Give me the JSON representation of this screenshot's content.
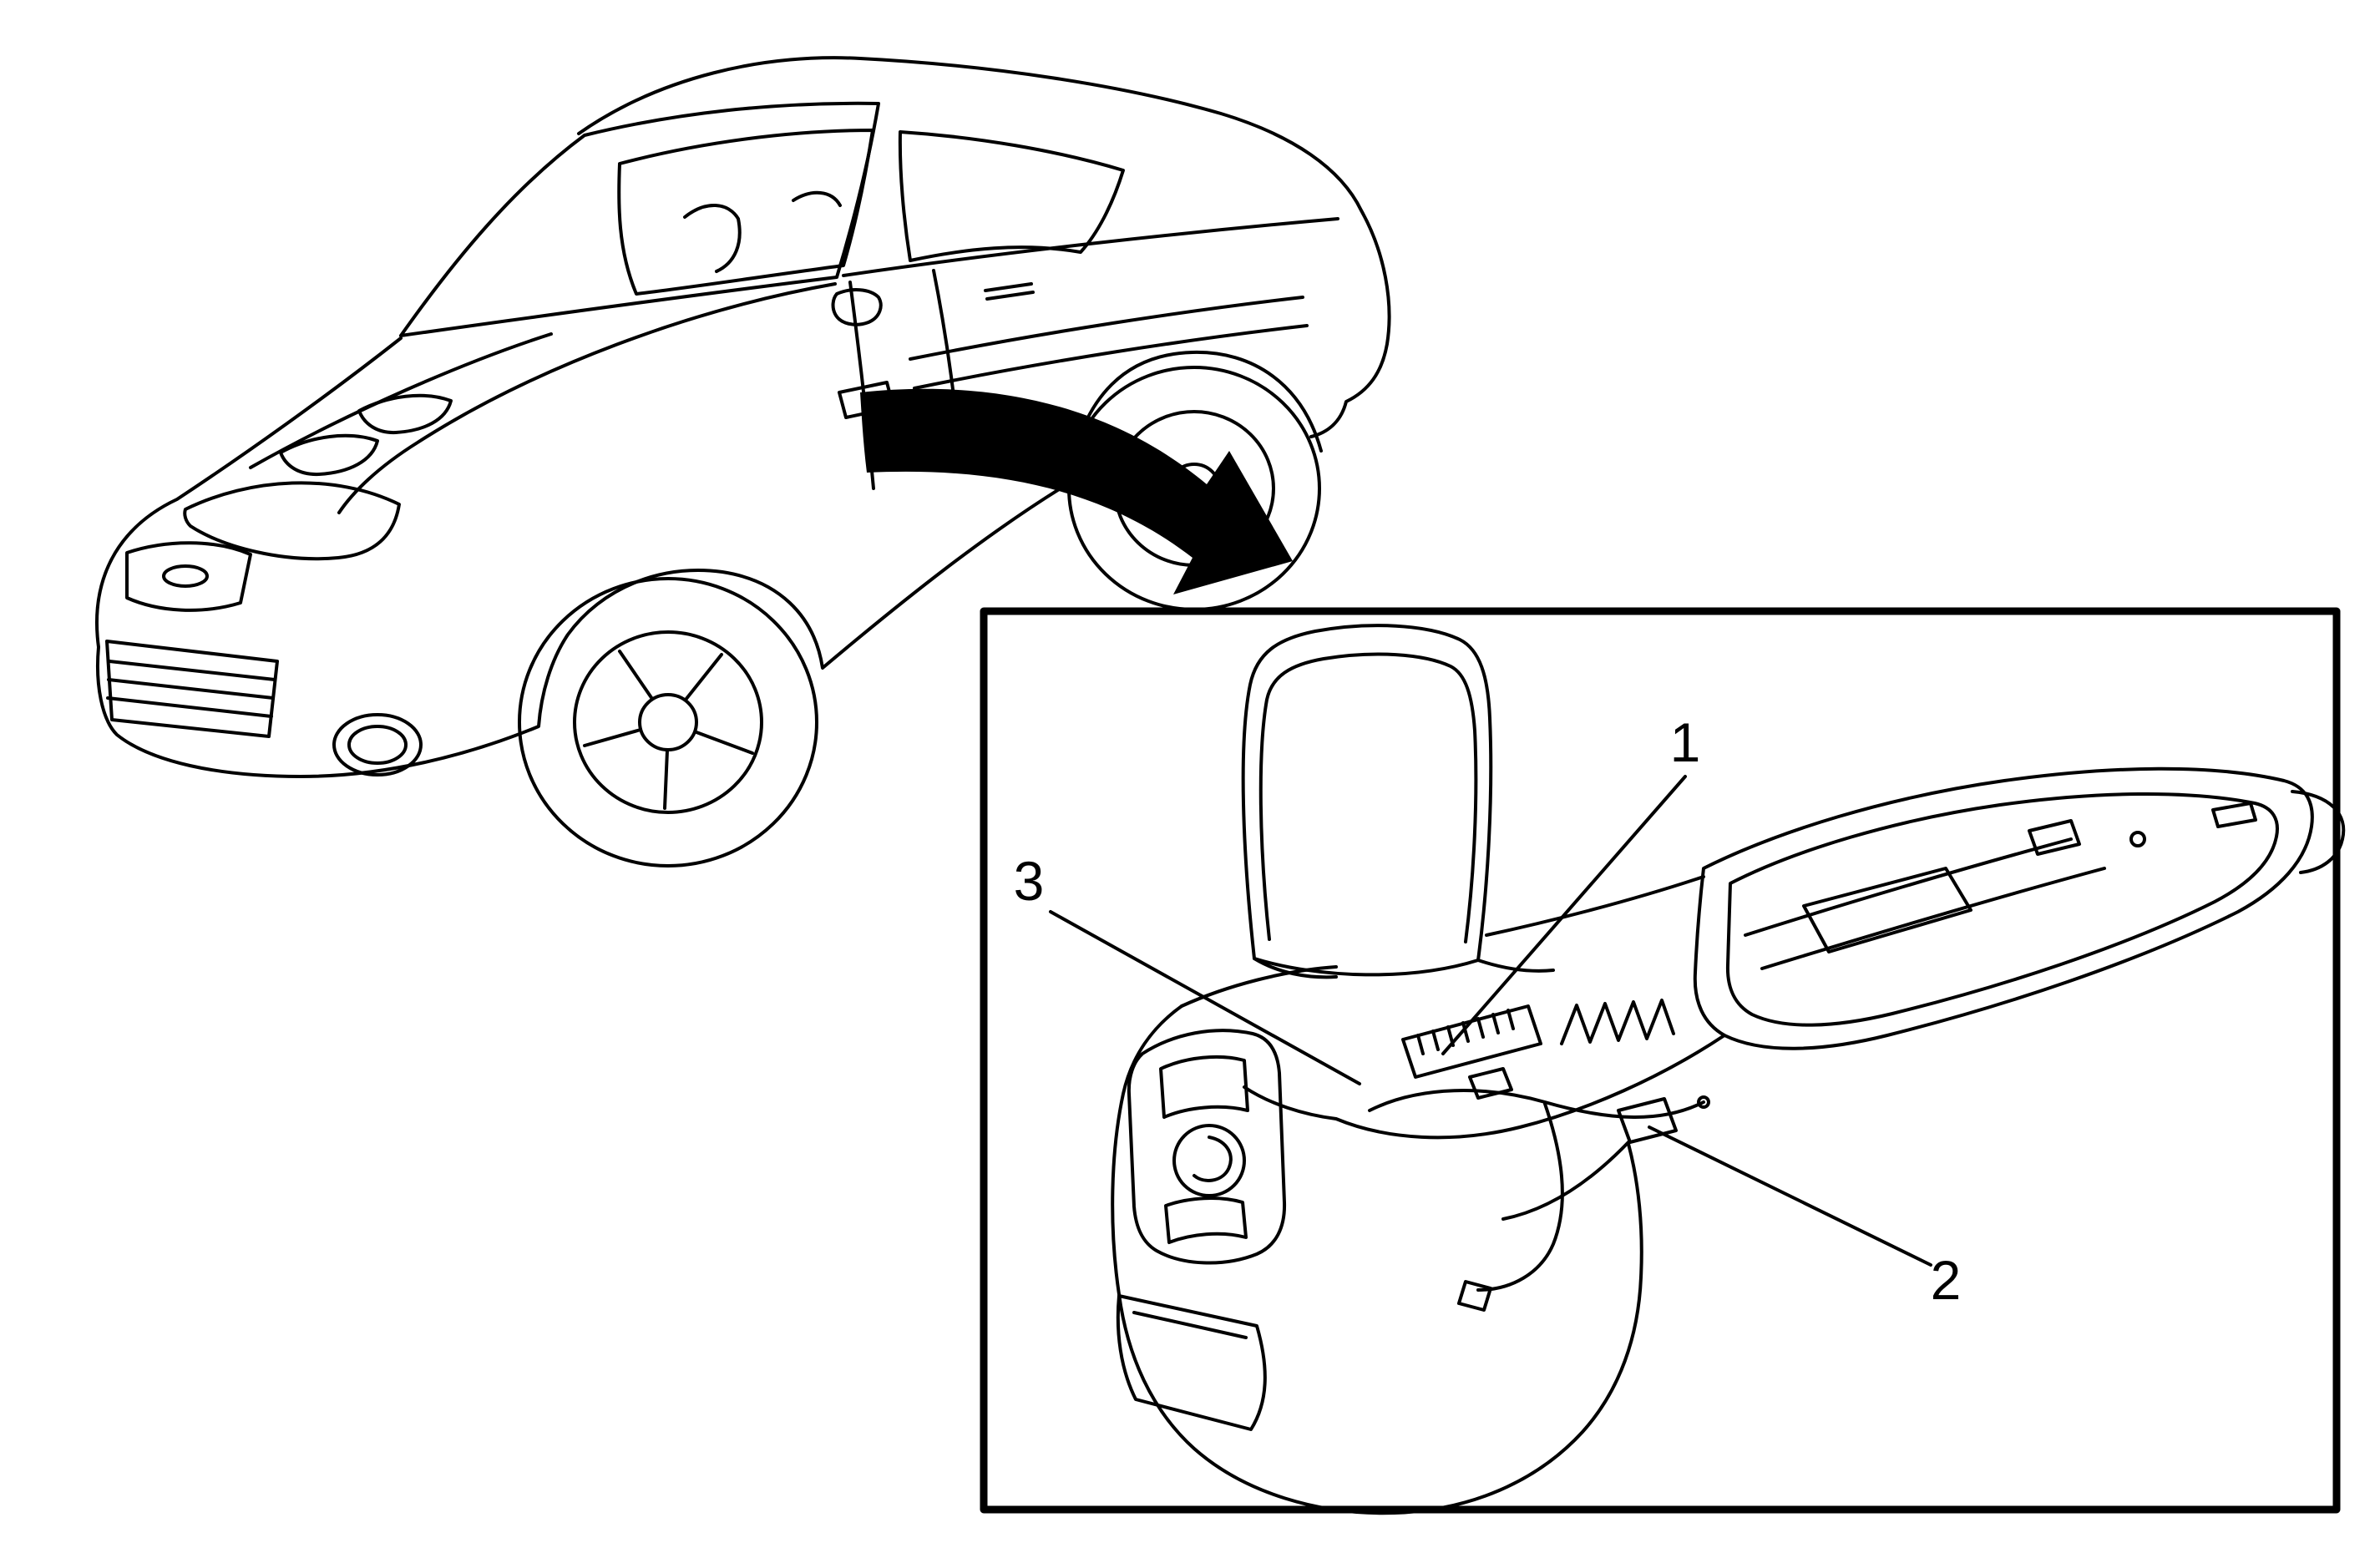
{
  "figure": {
    "kind": "service-manual-line-illustration",
    "callouts": [
      {
        "number": "1"
      },
      {
        "number": "2"
      },
      {
        "number": "3"
      }
    ],
    "colors": {
      "line": "#000000",
      "background": "#ffffff"
    }
  }
}
